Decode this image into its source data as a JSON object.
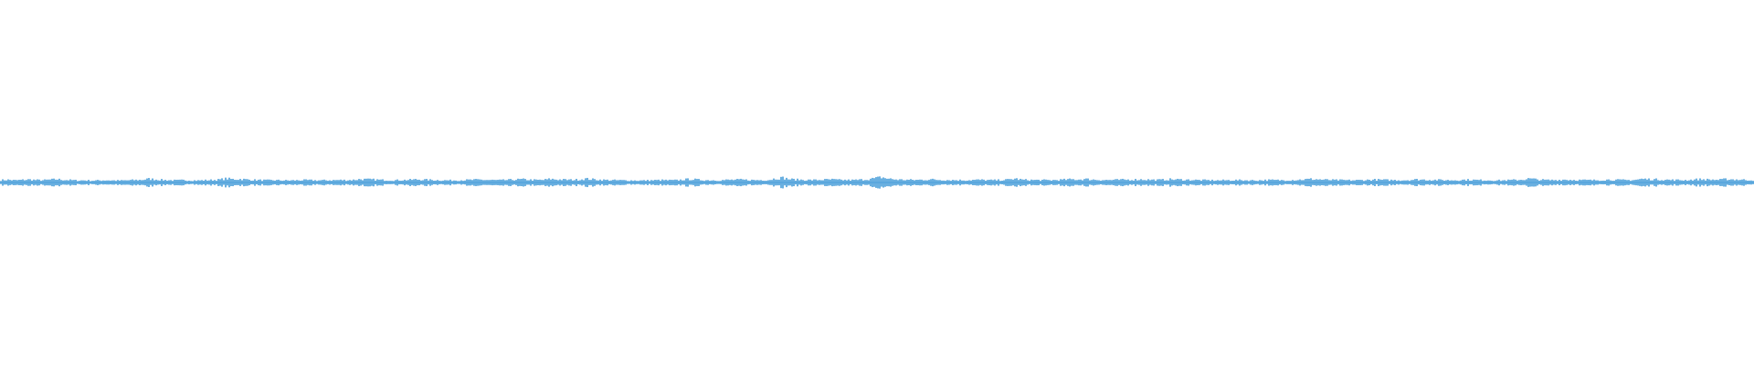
{
  "waveform": {
    "color": "#5aa7dd",
    "background": "#ffffff",
    "amplitude_peaks": [
      0.28,
      0.32,
      0.26,
      0.3,
      0.35,
      0.29,
      0.27,
      0.33,
      0.38,
      0.31,
      0.28,
      0.24,
      0.26,
      0.22,
      0.25,
      0.27,
      0.24,
      0.23,
      0.26,
      0.29,
      0.31,
      0.42,
      0.36,
      0.3,
      0.27,
      0.25,
      0.28,
      0.26,
      0.24,
      0.27,
      0.29,
      0.33,
      0.46,
      0.38,
      0.4,
      0.34,
      0.3,
      0.28,
      0.26,
      0.27,
      0.25,
      0.24,
      0.26,
      0.28,
      0.27,
      0.25,
      0.26,
      0.27,
      0.29,
      0.28,
      0.3,
      0.39,
      0.36,
      0.34,
      0.3,
      0.28,
      0.27,
      0.29,
      0.31,
      0.36,
      0.33,
      0.3,
      0.28,
      0.26,
      0.25,
      0.27,
      0.29,
      0.31,
      0.33,
      0.3,
      0.28,
      0.27,
      0.3,
      0.34,
      0.37,
      0.32,
      0.29,
      0.3,
      0.41,
      0.35,
      0.33,
      0.31,
      0.34,
      0.44,
      0.37,
      0.32,
      0.29,
      0.27,
      0.26,
      0.25,
      0.24,
      0.23,
      0.25,
      0.27,
      0.28,
      0.26,
      0.27,
      0.35,
      0.39,
      0.32,
      0.28,
      0.27,
      0.26,
      0.3,
      0.31,
      0.33,
      0.3,
      0.28,
      0.29,
      0.3,
      0.48,
      0.55,
      0.38,
      0.34,
      0.31,
      0.29,
      0.3,
      0.33,
      0.35,
      0.3,
      0.29,
      0.28,
      0.32,
      0.38,
      0.47,
      0.62,
      0.44,
      0.36,
      0.32,
      0.31,
      0.3,
      0.33,
      0.36,
      0.32,
      0.3,
      0.29,
      0.28,
      0.27,
      0.3,
      0.31,
      0.28,
      0.27,
      0.29,
      0.33,
      0.45,
      0.32,
      0.3,
      0.29,
      0.28,
      0.27,
      0.3,
      0.33,
      0.37,
      0.35,
      0.4,
      0.34,
      0.31,
      0.29,
      0.3,
      0.32,
      0.33,
      0.34,
      0.36,
      0.33,
      0.3,
      0.32,
      0.37,
      0.35,
      0.33,
      0.31,
      0.28,
      0.27,
      0.26,
      0.25,
      0.27,
      0.28,
      0.27,
      0.26,
      0.25,
      0.27,
      0.29,
      0.28,
      0.27,
      0.29,
      0.31,
      0.35,
      0.4,
      0.37,
      0.32,
      0.29,
      0.28,
      0.27,
      0.26,
      0.28,
      0.3,
      0.33,
      0.31,
      0.29,
      0.28,
      0.27,
      0.3,
      0.35,
      0.33,
      0.31,
      0.3,
      0.28,
      0.27,
      0.29,
      0.32,
      0.3,
      0.28,
      0.27,
      0.26,
      0.25,
      0.27,
      0.3,
      0.34,
      0.45,
      0.36,
      0.3,
      0.28,
      0.3,
      0.34,
      0.31,
      0.29,
      0.28,
      0.27,
      0.29,
      0.33,
      0.31,
      0.29,
      0.28,
      0.31,
      0.42,
      0.38,
      0.36,
      0.34,
      0.3,
      0.29,
      0.28,
      0.31,
      0.38,
      0.35,
      0.33,
      0.31,
      0.4,
      0.36,
      0.33,
      0.3,
      0.29
    ]
  }
}
